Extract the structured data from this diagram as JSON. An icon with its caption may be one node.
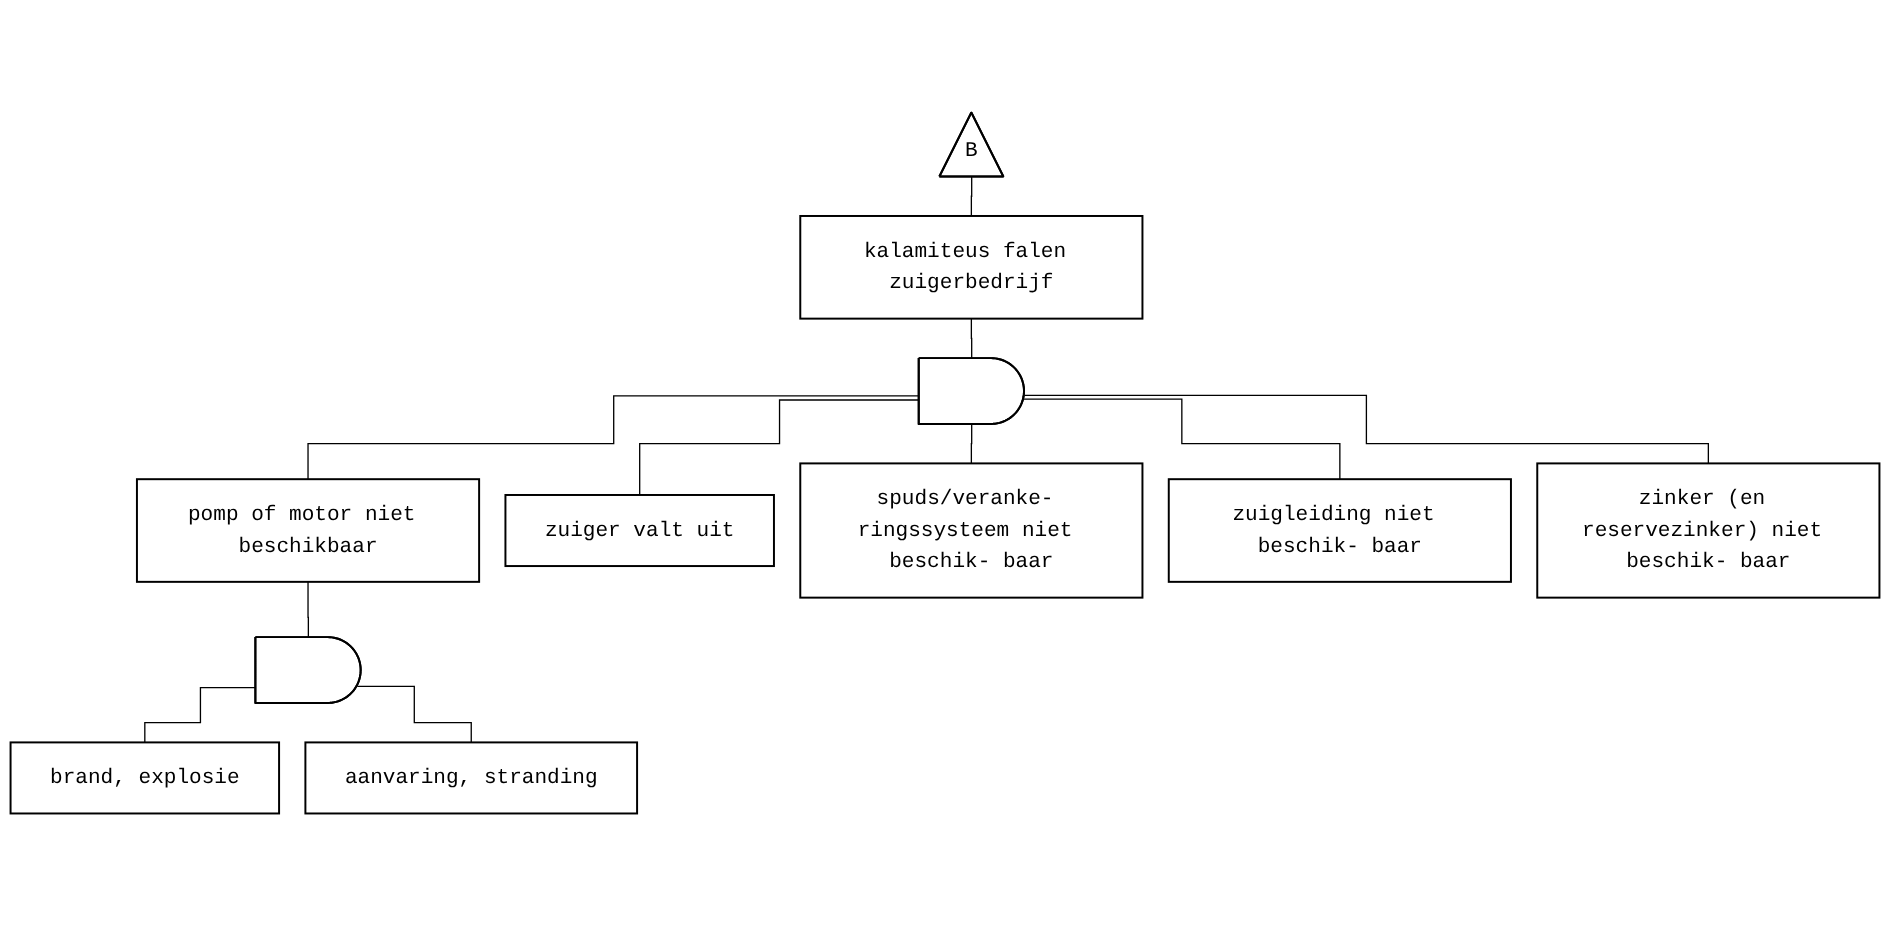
{
  "diagram": {
    "nodes": [
      {
        "text": [
          "B"
        ]
      },
      {
        "text": [
          "kalamiteus falen zuigerbedrijf"
        ]
      },
      {
        "text": [],
        "shape": "gate"
      },
      {
        "text": [
          "pomp of motor niet beschikbaar"
        ]
      },
      {
        "text": [
          "zuiger valt uit"
        ]
      },
      {
        "text": [
          "spuds/veranke- ringssysteem niet beschik- baar"
        ]
      },
      {
        "text": [
          "zuigleiding niet beschik- baar"
        ]
      },
      {
        "text": [
          "zinker (en reservezinker) niet beschik- baar"
        ]
      },
      {
        "text": [],
        "shape": "gate"
      },
      {
        "text": [
          "brand, explosie"
        ]
      },
      {
        "text": [
          "aanvaring, stranding"
        ]
      }
    ],
    "edges": [
      {
        "from": 0,
        "to": 1,
        "arrow": "none"
      },
      {
        "from": 1,
        "to": 2,
        "arrow": "none"
      },
      {
        "from": 2,
        "to": 3,
        "arrow": "none"
      },
      {
        "from": 2,
        "to": 4,
        "arrow": "none"
      },
      {
        "from": 2,
        "to": 5,
        "arrow": "none"
      },
      {
        "from": 2,
        "to": 6,
        "arrow": "none"
      },
      {
        "from": 2,
        "to": 7,
        "arrow": "none"
      },
      {
        "from": 3,
        "to": 8,
        "arrow": "none"
      },
      {
        "from": 8,
        "to": 9,
        "arrow": "none"
      },
      {
        "from": 8,
        "to": 10,
        "arrow": "none"
      }
    ]
  }
}
